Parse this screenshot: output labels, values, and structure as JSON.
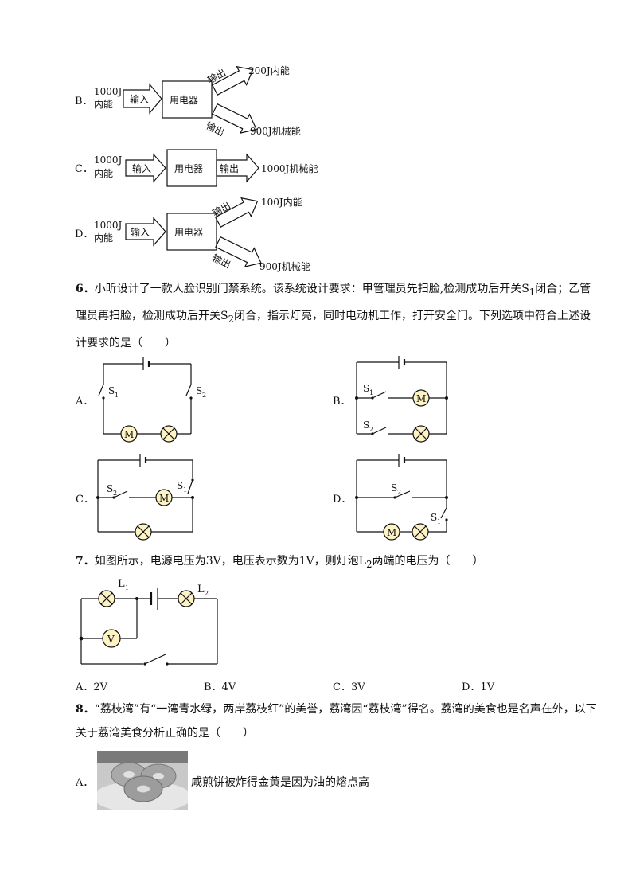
{
  "energy_options": [
    {
      "letter": "B．",
      "input_energy": [
        "1000J",
        "内能"
      ],
      "input_label": "输入",
      "device": "用电器",
      "outputs": [
        {
          "label": "输出",
          "value": "200J内能"
        },
        {
          "label": "输出",
          "value": "900J机械能"
        }
      ]
    },
    {
      "letter": "C．",
      "input_energy": [
        "1000J",
        "内能"
      ],
      "input_label": "输入",
      "device": "用电器",
      "outputs": [
        {
          "label": "输出",
          "value": "1000J机械能"
        }
      ]
    },
    {
      "letter": "D．",
      "input_energy": [
        "1000J",
        "内能"
      ],
      "input_label": "输入",
      "device": "用电器",
      "outputs": [
        {
          "label": "输出",
          "value": "100J内能"
        },
        {
          "label": "输出",
          "value": "900J机械能"
        }
      ]
    }
  ],
  "q6": {
    "number": "6．",
    "text_1": "小昕设计了一款人脸识别门禁系统。该系统设计要求：甲管理员先扫脸,检测成功后开关S",
    "sub_1": "1",
    "text_2": "闭合；乙管理员再扫脸，检测成功后开关S",
    "sub_2": "2",
    "text_3": "闭合，指示灯亮，同时电动机工作，打开安全门。下列选项中符合上述设计要求的是（　　）",
    "options": [
      "A．",
      "B．",
      "C．",
      "D．"
    ],
    "labels": {
      "s": "S",
      "one": "1",
      "two": "2",
      "motor": "M"
    }
  },
  "q7": {
    "number": "7．",
    "text_1": "如图所示，电源电压为3V，电压表示数为1V，则灯泡L",
    "sub": "2",
    "text_2": "两端的电压为（　　）",
    "labels": {
      "l": "L",
      "one": "1",
      "two": "2",
      "v": "V"
    },
    "choices": [
      "A．2V",
      "B．4V",
      "C．3V",
      "D．1V"
    ]
  },
  "q8": {
    "number": "8．",
    "text": "“荔枝湾”有“一湾青水绿，两岸荔枝红”的美誉，荔湾因“荔枝湾”得名。荔湾的美食也是名声在外，以下关于荔湾美食分析正确的是（　　）",
    "option_a_letter": "A．",
    "option_a_text": "咸煎饼被炸得金黄是因为油的熔点高"
  }
}
